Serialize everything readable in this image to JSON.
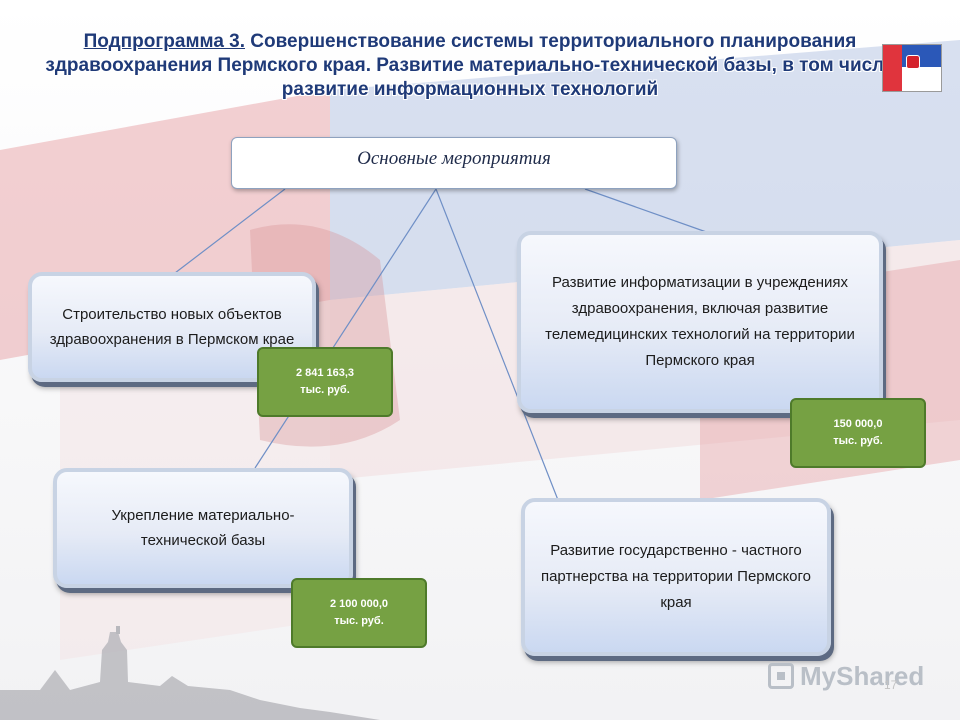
{
  "title": {
    "prefix": "Подпрограмма 3.",
    "text": " Совершенствование системы территориального планирования здравоохранения Пермского края. Развитие материально-технической базы, в том числе развитие информационных технологий"
  },
  "main_box": {
    "label": "Основные мероприятия"
  },
  "nodes": [
    {
      "label": "Строительство новых объектов здравоохранения в Пермском крае",
      "cost_value": "2 841 163,3",
      "cost_unit": "тыс. руб."
    },
    {
      "label": "Развитие информатизации в учреждениях здравоохранения, включая развитие телемедицинских технологий на территории Пермского края",
      "cost_value": "150 000,0",
      "cost_unit": "тыс. руб."
    },
    {
      "label": "Укрепление материально-технической базы",
      "cost_value": "2 100 000,0",
      "cost_unit": "тыс. руб."
    },
    {
      "label": "Развитие государственно - частного партнерства на территории Пермского края"
    }
  ],
  "watermark": {
    "text": "MyShared"
  },
  "page_number": "17",
  "colors": {
    "title": "#1f3a78",
    "cost_green": "#76a143",
    "connector": "#6f8fc6",
    "flag_red": "#e0343d",
    "flag_blue": "#2b58b8"
  },
  "icons": {
    "flag": "perm-krai-flag-icon",
    "watermark": "myshared-logo-icon"
  }
}
